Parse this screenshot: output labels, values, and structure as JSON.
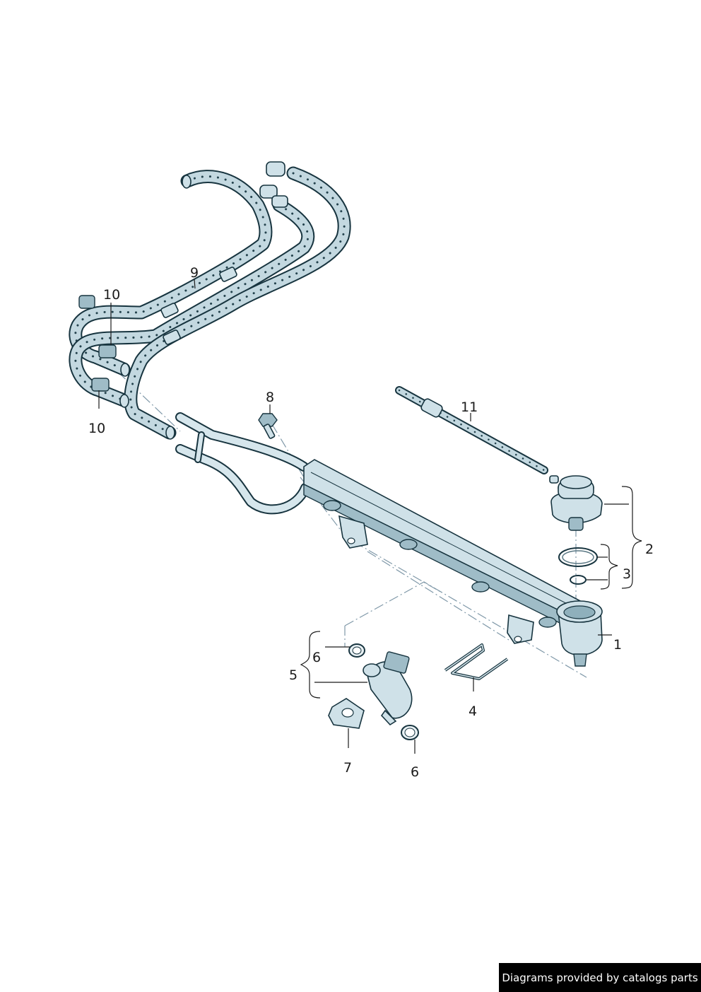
{
  "callouts": {
    "c1": "1",
    "c2": "2",
    "c3": "3",
    "c4": "4",
    "c5": "5",
    "c6a": "6",
    "c6b": "6",
    "c7": "7",
    "c8": "8",
    "c9": "9",
    "c10a": "10",
    "c10b": "10",
    "c11": "11"
  },
  "credit": "Diagrams provided by catalogs parts",
  "colors": {
    "outline": "#17343f",
    "part_fill": "#cfe1e8",
    "centerline": "#7f98a8",
    "credit_bg": "#000000"
  }
}
